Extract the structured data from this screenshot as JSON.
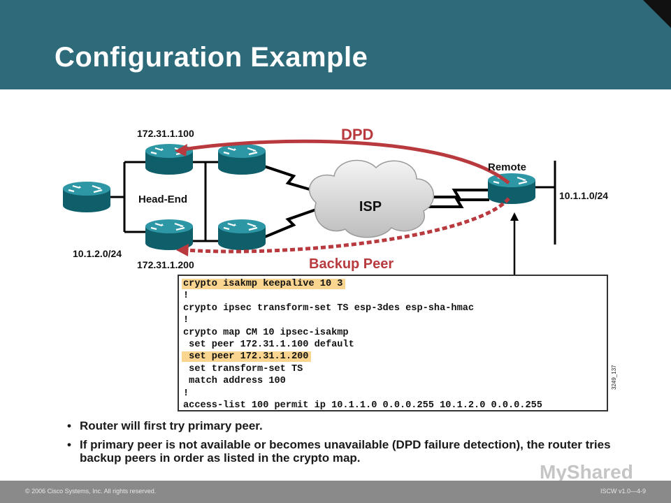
{
  "slide": {
    "title": "Configuration Example"
  },
  "diagram": {
    "head_end_label": "Head-End",
    "primary_peer_ip": "172.31.1.100",
    "backup_peer_ip": "172.31.1.200",
    "head_end_lan": "10.1.2.0/24",
    "remote_label": "Remote",
    "remote_lan": "10.1.1.0/24",
    "isp_label": "ISP",
    "dpd_label": "DPD",
    "backup_peer_label": "Backup Peer",
    "figure_id": "3249_137",
    "colors": {
      "arrow_red": "#b83a3f",
      "router_teal": "#1d7f8c",
      "highlight": "#f9d590"
    }
  },
  "config": {
    "lines": [
      "crypto isakmp keepalive 10 3",
      "!",
      "crypto ipsec transform-set TS esp-3des esp-sha-hmac",
      "!",
      "crypto map CM 10 ipsec-isakmp",
      " set peer 172.31.1.100 default",
      " set peer 172.31.1.200",
      " set transform-set TS",
      " match address 100",
      "!",
      "access-list 100 permit ip 10.1.1.0 0.0.0.255 10.1.2.0 0.0.0.255"
    ]
  },
  "bullets": [
    "Router will first try primary peer.",
    "If primary peer is not available or becomes unavailable (DPD failure detection), the router tries backup peers in order as listed in the crypto map."
  ],
  "footer": {
    "copyright": "© 2006 Cisco Systems, Inc. All rights reserved.",
    "course": "ISCW v1.0—4-9"
  },
  "watermark": "MyShared"
}
